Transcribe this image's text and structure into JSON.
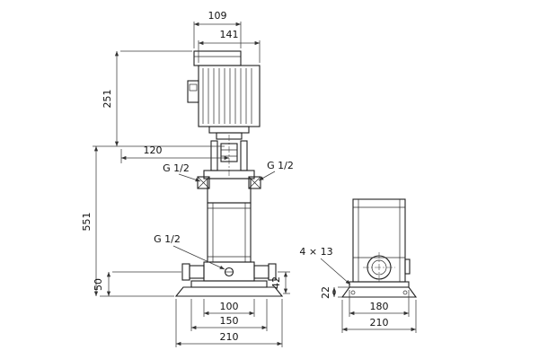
{
  "dims": {
    "front": {
      "width_top": "109",
      "width_motor": "141",
      "height_motor": "251",
      "width_coupling": "120",
      "height_pump": "551",
      "port_left": "G 1/2",
      "port_right": "G 1/2",
      "port_drain": "G 1/2",
      "height_port": "50",
      "height_outlet": "42",
      "holes": "4 × 13",
      "base_inner": "100",
      "base_mid": "150",
      "base_outer": "210"
    },
    "side": {
      "height_base": "22",
      "base_inner": "180",
      "base_outer": "210"
    }
  }
}
